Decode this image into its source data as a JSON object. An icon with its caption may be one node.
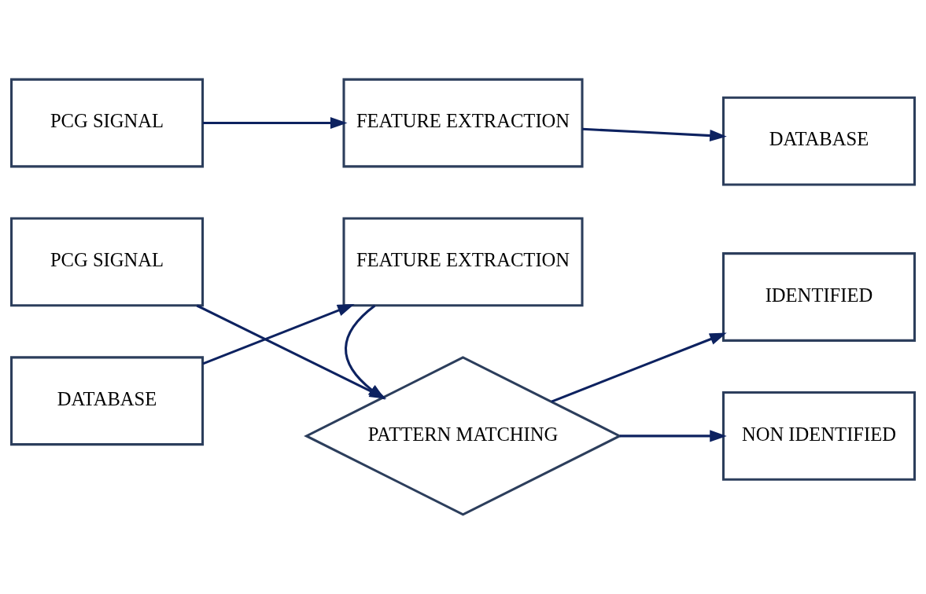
{
  "diagram": {
    "nodes": [
      {
        "text": [
          "PCG SIGNAL"
        ]
      },
      {
        "text": [
          "FEATURE EXTRACTION"
        ]
      },
      {
        "text": [
          "DATABASE"
        ]
      },
      {
        "text": [
          "PCG SIGNAL"
        ]
      },
      {
        "text": [
          "PATTERN MATCHING"
        ]
      },
      {
        "text": [
          "IDENTIFIED"
        ]
      },
      {
        "text": [
          "NON IDENTIFIED"
        ]
      },
      {
        "text": [
          "DATABASE"
        ]
      },
      {
        "text": [
          "FEATURE EXTRACTION"
        ]
      }
    ],
    "edges": [
      {
        "from": 0,
        "to": 1,
        "arrow": "to"
      },
      {
        "from": 1,
        "to": 2,
        "arrow": "to"
      },
      {
        "from": 3,
        "to": 4,
        "arrow": "to"
      },
      {
        "from": 4,
        "to": 5,
        "arrow": "to"
      },
      {
        "from": 4,
        "to": 6,
        "arrow": "to"
      },
      {
        "from": 7,
        "to": 8,
        "arrow": "to"
      },
      {
        "from": 8,
        "to": 4,
        "arrow": "to"
      }
    ]
  }
}
